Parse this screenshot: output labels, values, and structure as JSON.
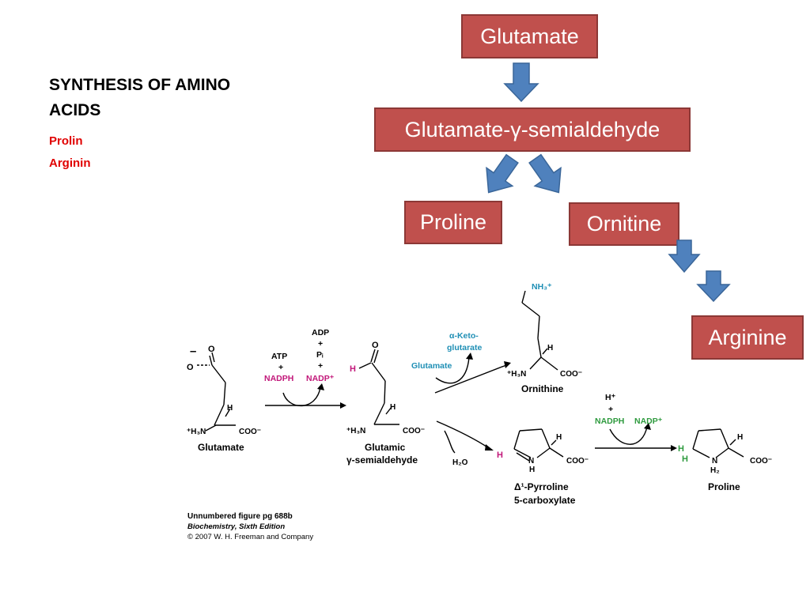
{
  "heading": {
    "title_line1": "SYNTHESIS OF AMINO",
    "title_line2": "ACIDS",
    "sub1": "Prolin",
    "sub2": "Arginin"
  },
  "flow": {
    "glutamate": "Glutamate",
    "semialdehyde": "Glutamate-γ-semialdehyde",
    "proline": "Proline",
    "ornitine": "Ornitine",
    "arginine": "Arginine"
  },
  "figure": {
    "glutamate_name": "Glutamate",
    "semialdehyde_name1": "Glutamic",
    "semialdehyde_name2": "γ-semialdehyde",
    "ornithine_name": "Ornithine",
    "p5c_name1": "Δ¹-Pyrroline",
    "p5c_name2": "5-carboxylate",
    "proline_name": "Proline",
    "atp": "ATP",
    "plus": "+",
    "nadph": "NADPH",
    "adp": "ADP",
    "pi": "Pᵢ",
    "nadp": "NADP⁺",
    "keto1": "α-Keto-",
    "keto2": "glutarate",
    "glutamate_small": "Glutamate",
    "h2o": "H₂O",
    "hplus": "H⁺",
    "nh3": "NH₃⁺",
    "h3n": "⁺H₃N",
    "coo": "COO⁻",
    "h": "H",
    "o": "O",
    "n": "N",
    "nh2": "H₂",
    "minus": "–",
    "o_minus": "O"
  },
  "caption": {
    "line1": "Unnumbered figure pg 688b",
    "line2": "Biochemistry, Sixth Edition",
    "line3": "© 2007 W. H. Freeman and Company"
  },
  "colors": {
    "box_fill": "#c0504d",
    "arrow_fill": "#4f81bd",
    "magenta": "#c2187a",
    "teal": "#1f8fb5",
    "green": "#2e9a3e"
  }
}
